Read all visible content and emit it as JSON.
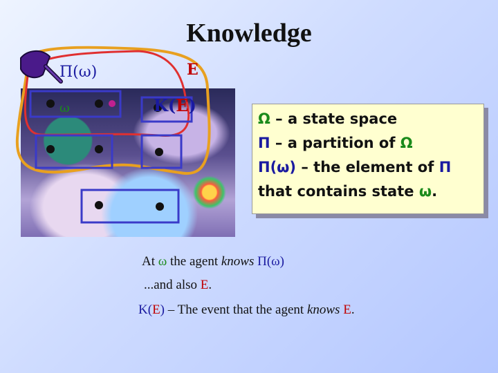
{
  "title": "Knowledge",
  "diagram": {
    "pi_omega_label": "Π(ω)",
    "omega_label": "ω",
    "e_label": "E",
    "ke_k": "K",
    "ke_open": "(",
    "ke_e": "E",
    "ke_close": ")"
  },
  "definitions": {
    "omega_sym": "Ω",
    "omega_text": " – a state space",
    "pi_sym": "Π",
    "pi_text": " – a partition of ",
    "pi_omega_sym": "Ω",
    "elem_sym": "Π(ω)",
    "elem_text": " – the element of ",
    "elem_pi": "Π",
    "contains_text": "that contains state ",
    "contains_omega": "ω",
    "contains_dot": "."
  },
  "statements": {
    "s1_at": "At ",
    "s1_omega": "ω",
    "s1_mid": " the agent ",
    "s1_knows": "knows",
    "s1_space": " ",
    "s1_pi": "Π(ω)",
    "s2_text": "...and also ",
    "s2_e": "E",
    "s2_dot": ".",
    "s3_k": "K(",
    "s3_e": "E",
    "s3_close": ")",
    "s3_text": " – The event that the agent ",
    "s3_knows": "knows",
    "s3_space": " ",
    "s3_e2": "E",
    "s3_dot": "."
  },
  "colors": {
    "partition": "#3a3ac8",
    "event_outline": "#e8a020",
    "knowledge_outline": "#e03030",
    "definition_bg": "#ffffd0"
  }
}
